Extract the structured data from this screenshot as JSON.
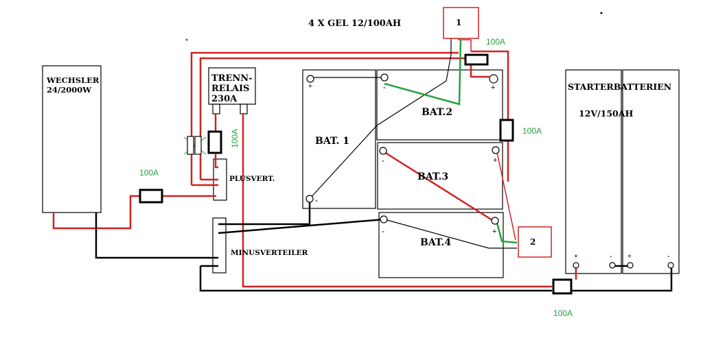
{
  "header": {
    "title": "4 X GEL 12/100AH"
  },
  "inverter": {
    "line1": "WECHSLER",
    "line2": "24/2000W"
  },
  "relay": {
    "line1": "TRENN-",
    "line2": "RELAIS",
    "line3": "230A"
  },
  "plus_distributor": {
    "label": "PLUSVERT."
  },
  "minus_distributor": {
    "label": "MINUSVERTEILER"
  },
  "batteries": [
    {
      "label": "BAT. 1"
    },
    {
      "label": "BAT.2"
    },
    {
      "label": "BAT.3"
    },
    {
      "label": "BAT.4"
    }
  ],
  "starter": {
    "title": "STARTERBATTERIEN",
    "spec": "12V/150AH"
  },
  "nodes": {
    "node1": "1",
    "node2": "2"
  },
  "fuses": {
    "top": "100A",
    "right": "100A",
    "relay": "100A",
    "inverter": "100A",
    "bottom": "100A"
  },
  "terminals": {
    "plus": "+",
    "minus": "-"
  },
  "colors": {
    "positive_wire": "#d22020",
    "negative_wire": "#000000",
    "link_wire": "#22a33a",
    "label_green": "#22a33a"
  }
}
